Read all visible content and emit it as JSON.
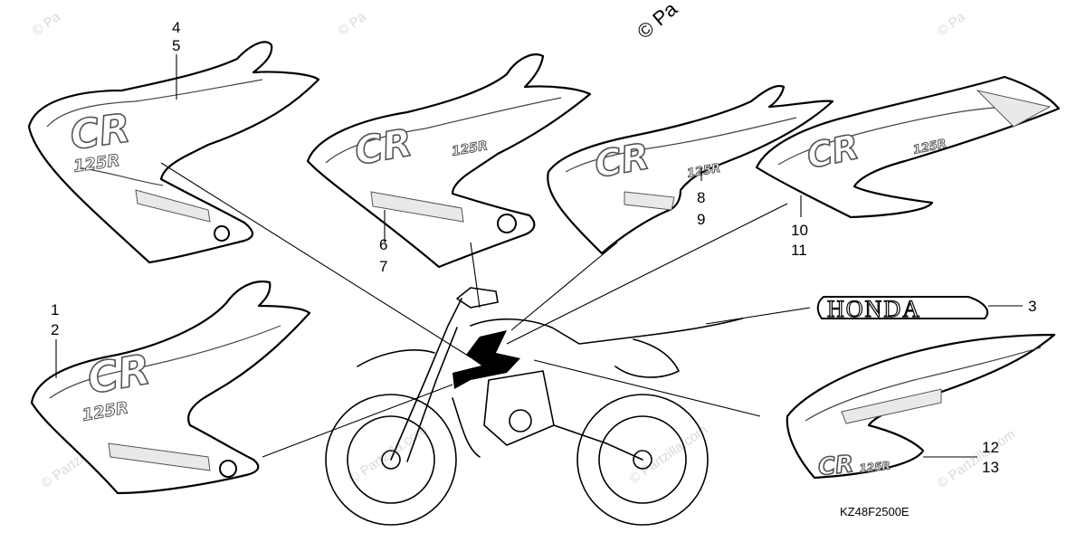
{
  "diagram_code": "KZ48F2500E",
  "watermark": {
    "text": "© Partzilla.com",
    "copyright": "© Partzilla.com",
    "corner_text": "© Pa",
    "top_copy": "© Pa"
  },
  "decal_text": {
    "cr": "CR",
    "model": "125R",
    "honda": "HONDA"
  },
  "callouts": [
    {
      "id": "c-4-5",
      "lines": [
        "4",
        "5"
      ]
    },
    {
      "id": "c-6-7",
      "lines": [
        "6",
        "7"
      ]
    },
    {
      "id": "c-8-9",
      "lines": [
        "8",
        "9"
      ]
    },
    {
      "id": "c-10-11",
      "lines": [
        "10",
        "11"
      ]
    },
    {
      "id": "c-1-2",
      "lines": [
        "1",
        "2"
      ]
    },
    {
      "id": "c-3",
      "lines": [
        "3"
      ]
    },
    {
      "id": "c-12-13",
      "lines": [
        "12",
        "13"
      ]
    }
  ]
}
